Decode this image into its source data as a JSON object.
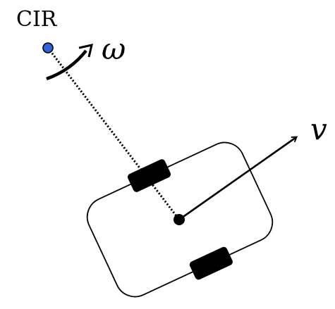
{
  "labels": {
    "cir": "CIR",
    "omega": "ω",
    "v": "v"
  },
  "colors": {
    "cir_point": "#2f62d6",
    "stroke": "#000000",
    "body_fill": "#ffffff",
    "wheel_fill": "#000000"
  }
}
